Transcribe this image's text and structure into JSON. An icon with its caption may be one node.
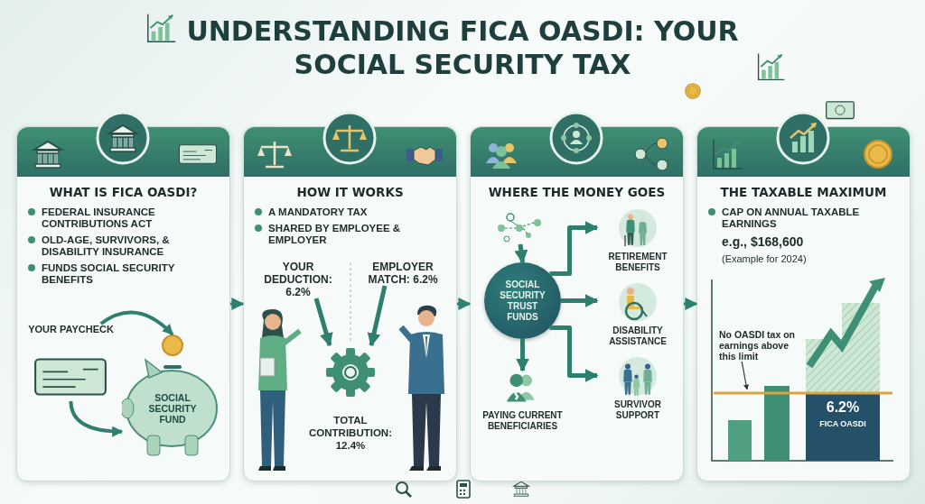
{
  "diagram": {
    "title": "UNDERSTANDING FICA OASDI: YOUR SOCIAL SECURITY TAX",
    "nodes": [
      {
        "text": [
          "WHAT IS FICA OASDI?",
          "FEDERAL INSURANCE CONTRIBUTIONS ACT",
          "OLD-AGE, SURVIVORS, & DISABILITY INSURANCE",
          "FUNDS SOCIAL SECURITY BENEFITS"
        ]
      },
      {
        "text": [
          "YOUR PAYCHECK"
        ],
        "in": 0
      },
      {
        "text": [
          "SOCIAL SECURITY FUND"
        ],
        "in": 0
      },
      {
        "text": [
          "HOW IT WORKS",
          "A MANDATORY TAX",
          "SHARED BY EMPLOYEE & EMPLOYER"
        ]
      },
      {
        "text": [
          "YOUR DEDUCTION: 6.2%"
        ],
        "in": 3
      },
      {
        "text": [
          "EMPLOYER MATCH: 6.2%"
        ],
        "in": 3
      },
      {
        "text": [
          "TOTAL CONTRIBUTION: 12.4%"
        ],
        "in": 3
      },
      {
        "text": [
          "WHERE THE MONEY GOES"
        ]
      },
      {
        "text": [],
        "shape": "picture",
        "in": 7
      },
      {
        "text": [
          "SOCIAL SECURITY TRUST FUNDS"
        ],
        "in": 7
      },
      {
        "text": [
          "RETIREMENT BENEFITS"
        ],
        "in": 7
      },
      {
        "text": [
          "DISABILITY ASSISTANCE"
        ],
        "in": 7
      },
      {
        "text": [
          "SURVIVOR SUPPORT"
        ],
        "in": 7
      },
      {
        "text": [
          "PAYING CURRENT BENEFICIARIES"
        ],
        "in": 7
      },
      {
        "text": [
          "THE TAXABLE MAXIMUM",
          "CAP ON ANNUAL TAXABLE EARNINGS",
          "e.g., $168,600",
          "(Example for 2024)"
        ]
      },
      {
        "text": [
          "No OASDI tax on earnings above this limit"
        ],
        "in": 14
      }
    ],
    "edges": [
      {
        "from": 1,
        "to": 2,
        "arrow": "to"
      },
      {
        "from": 1,
        "to": 2,
        "arrow": "to"
      },
      {
        "from": 4,
        "to": 6,
        "arrow": "to"
      },
      {
        "from": 5,
        "to": 6,
        "arrow": "to"
      },
      {
        "from": 8,
        "to": 9,
        "arrow": "to"
      },
      {
        "from": 9,
        "to": 10,
        "arrow": "to"
      },
      {
        "from": 9,
        "to": 11,
        "arrow": "to"
      },
      {
        "from": 9,
        "to": 12,
        "arrow": "to"
      },
      {
        "from": 9,
        "to": 13,
        "arrow": "to"
      },
      {
        "from": 15,
        "to": null,
        "arrow": "to",
        "color": "#333333"
      },
      {
        "from": 0,
        "to": 3,
        "arrow": "to"
      },
      {
        "from": 3,
        "to": 7,
        "arrow": "to"
      },
      {
        "from": 7,
        "to": 14,
        "arrow": "to"
      }
    ],
    "labels": [
      "6.2%",
      "FICA OASDI"
    ]
  }
}
